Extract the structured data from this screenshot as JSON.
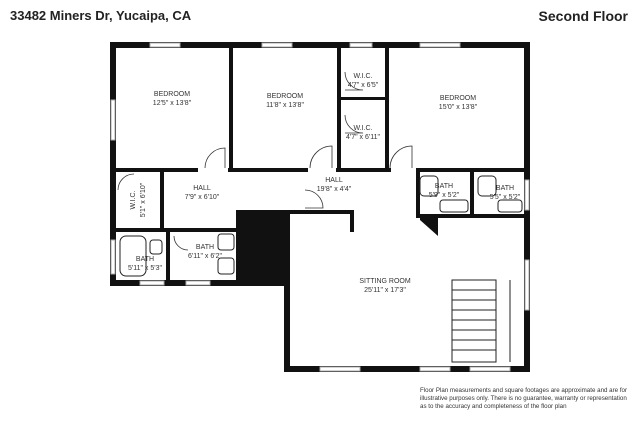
{
  "header": {
    "address": "33482 Miners Dr, Yucaipa, CA",
    "floor": "Second Floor"
  },
  "rooms": {
    "bedroom1": {
      "name": "BEDROOM",
      "dim": "12'5\" x 13'8\""
    },
    "bedroom2": {
      "name": "BEDROOM",
      "dim": "11'8\" x 13'8\""
    },
    "bedroom3": {
      "name": "BEDROOM",
      "dim": "15'0\" x 13'8\""
    },
    "wic_top": {
      "name": "W.I.C.",
      "dim": "4'7\" x 6'5\""
    },
    "wic_mid": {
      "name": "W.I.C.",
      "dim": "4'7\" x 6'11\""
    },
    "wic_left": {
      "name": "W.I.C.",
      "dim": "5'1\" x 6'10\""
    },
    "hall_left": {
      "name": "HALL",
      "dim": "7'9\" x 6'10\""
    },
    "hall_main": {
      "name": "HALL",
      "dim": "19'8\" x 4'4\""
    },
    "bath_a": {
      "name": "BATH",
      "dim": "5'9\" x 5'2\""
    },
    "bath_b": {
      "name": "BATH",
      "dim": "5'5\" x 5'2\""
    },
    "bath_c": {
      "name": "BATH",
      "dim": "6'11\" x 6'2\""
    },
    "bath_d": {
      "name": "BATH",
      "dim": "5'11\" x 5'3\""
    },
    "sitting": {
      "name": "SITTING ROOM",
      "dim": "25'11\" x 17'3\""
    }
  },
  "disclaimer": "Floor Plan measurements and square footages are approximate and are for illustrative purposes only. There is no guarantee, warranty or representation as to the accuracy and completeness of the floor plan"
}
